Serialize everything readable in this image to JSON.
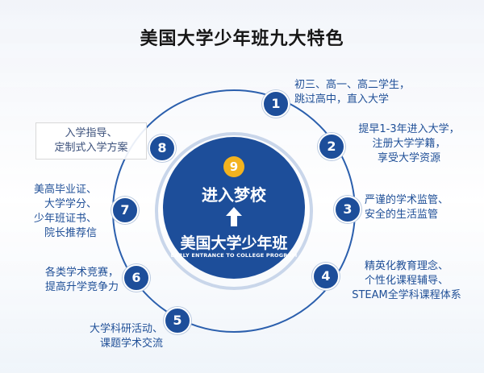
{
  "title": "美国大学少年班九大特色",
  "center": {
    "badge": "9",
    "top_text": "进入梦校",
    "main_text": "美国大学少年班",
    "english_text": "EARLY ENTRANCE TO COLLEGE PROGRAM"
  },
  "features": [
    {
      "number": "1",
      "text": "初三、高一、高二学生，\n跳过高中，直入大学"
    },
    {
      "number": "2",
      "text": "提早1-3年进入大学，\n注册大学学籍，\n享受大学资源"
    },
    {
      "number": "3",
      "text": "严谨的学术监管、\n安全的生活监管"
    },
    {
      "number": "4",
      "text": "精英化教育理念、\n个性化课程辅导、\nSTEAM全学科课程体系"
    },
    {
      "number": "5",
      "text": "大学科研活动、\n课题学术交流"
    },
    {
      "number": "6",
      "text": "各类学术竞赛，\n提高升学竞争力"
    },
    {
      "number": "7",
      "text": "美高毕业证、\n大学学分、\n少年班证书、\n院长推荐信"
    },
    {
      "number": "8",
      "text": "入学指导、\n定制式入学方案"
    }
  ],
  "colors": {
    "primary": "#1d4e9a",
    "badge": "#f3b31f",
    "ring": "#2b5fad"
  }
}
